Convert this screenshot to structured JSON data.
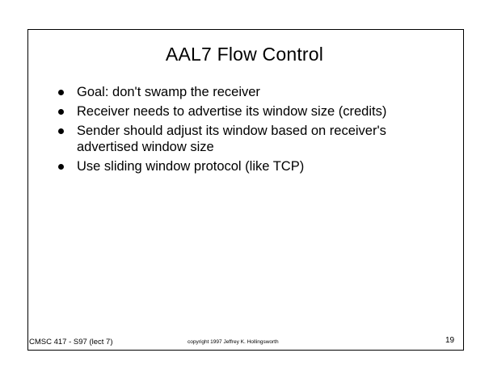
{
  "slide": {
    "title": "AAL7 Flow Control",
    "bullets": [
      {
        "text": "Goal: don't swamp the receiver"
      },
      {
        "text": "Receiver needs to advertise its window size (credits)"
      },
      {
        "text": "Sender should adjust its window based on receiver's advertised window size"
      },
      {
        "text": "Use sliding window protocol (like TCP)"
      }
    ]
  },
  "footer": {
    "course": "CMSC 417 - S97  (lect 7)",
    "copyright": "copyright 1997 Jeffrey K. Hollingsworth",
    "page_number": "19"
  }
}
